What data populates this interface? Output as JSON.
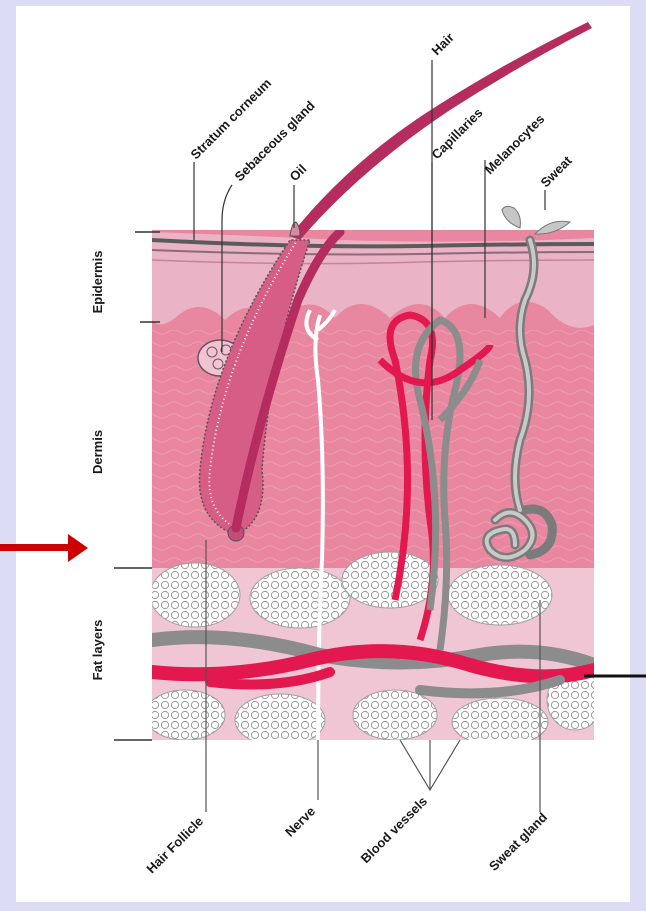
{
  "diagram": {
    "top_labels": [
      "Stratum corneum",
      "Sebaceous gland",
      "Oil",
      "Hair",
      "Capillaries",
      "Melanocytes",
      "Sweat"
    ],
    "layer_labels": [
      "Epidermis",
      "Dermis",
      "Fat layers"
    ],
    "bottom_labels": [
      "Hair Follicle",
      "Nerve",
      "Blood vessels",
      "Sweat gland"
    ]
  },
  "colors": {
    "background": "#dcdcf5",
    "epidermis": "#eab3c6",
    "dermis": "#e8879f",
    "fat_lobule": "#ffffff",
    "hair": "#b42d5e",
    "vessel_red": "#e2184f",
    "vessel_gray": "#8c8c8c",
    "pointer_arrow": "#cc0000"
  }
}
